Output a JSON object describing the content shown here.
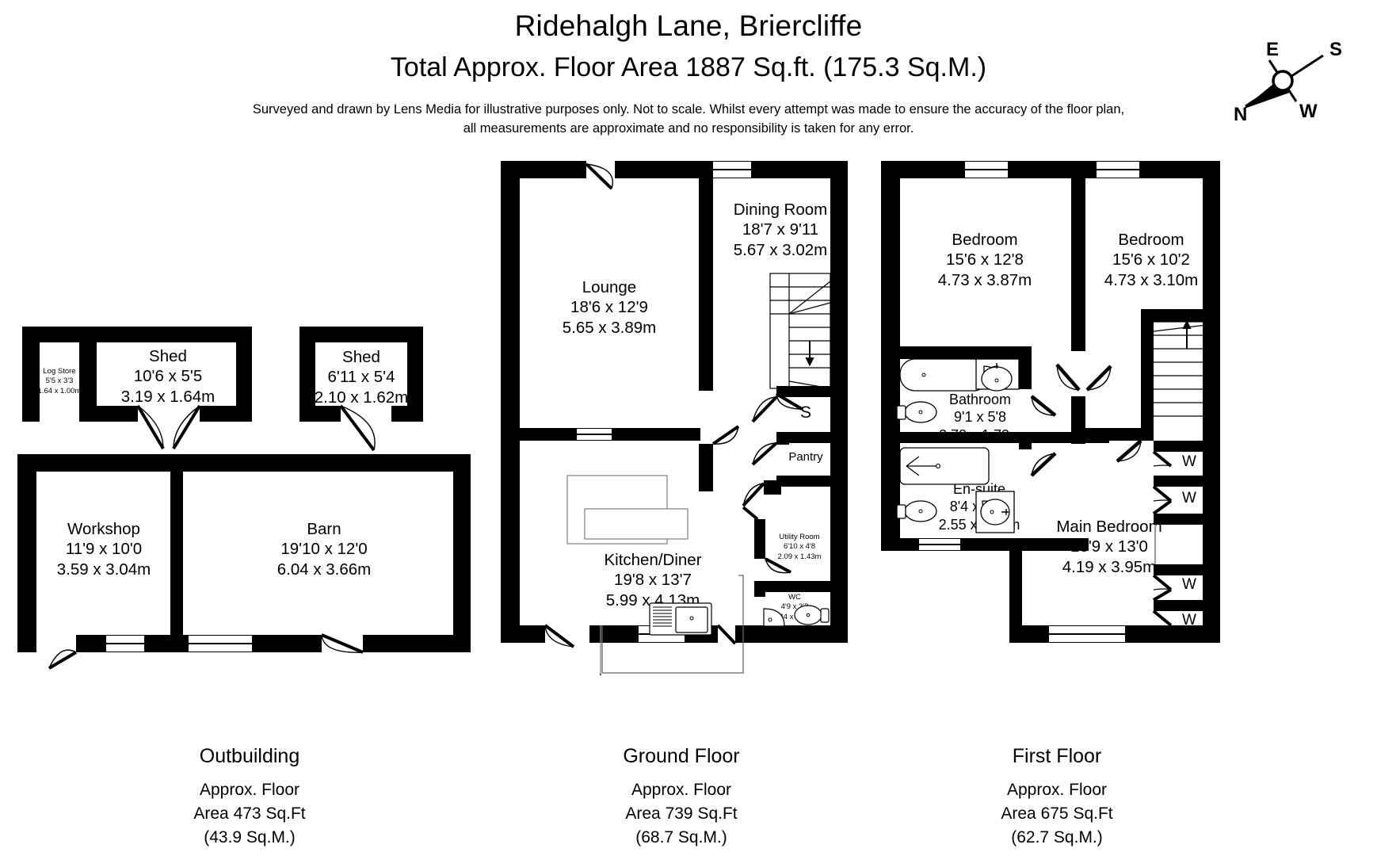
{
  "header": {
    "title": "Ridehalgh Lane, Briercliffe",
    "subtitle": "Total Approx. Floor Area 1887 Sq.ft. (175.3 Sq.M.)",
    "disclaimer_line1": "Surveyed and drawn by Lens Media for illustrative purposes only. Not to scale. Whilst every attempt was made to ensure the accuracy of the floor plan,",
    "disclaimer_line2": "all measurements are approximate and no responsibility is taken for any error."
  },
  "compass": {
    "north": "N",
    "east": "E",
    "south": "S",
    "west": "W"
  },
  "outbuilding": {
    "caption_title": "Outbuilding",
    "caption_line1": "Approx. Floor",
    "caption_line2": "Area 473 Sq.Ft",
    "caption_line3": "(43.9 Sq.M.)",
    "rooms": [
      {
        "name": "Log Store",
        "imperial": "5'5 x 3'3",
        "metric": "1.64 x 1.00m"
      },
      {
        "name": "Shed",
        "imperial": "10'6 x 5'5",
        "metric": "3.19 x 1.64m"
      },
      {
        "name": "Shed",
        "imperial": "6'11 x 5'4",
        "metric": "2.10 x 1.62m"
      },
      {
        "name": "Workshop",
        "imperial": "11'9 x 10'0",
        "metric": "3.59 x 3.04m"
      },
      {
        "name": "Barn",
        "imperial": "19'10 x 12'0",
        "metric": "6.04 x 3.66m"
      }
    ]
  },
  "ground_floor": {
    "caption_title": "Ground Floor",
    "caption_line1": "Approx. Floor",
    "caption_line2": "Area 739 Sq.Ft",
    "caption_line3": "(68.7 Sq.M.)",
    "rooms": [
      {
        "name": "Lounge",
        "imperial": "18'6 x 12'9",
        "metric": "5.65 x 3.89m"
      },
      {
        "name": "Dining Room",
        "imperial": "18'7 x 9'11",
        "metric": "5.67 x 3.02m"
      },
      {
        "name": "Kitchen/Diner",
        "imperial": "19'8 x 13'7",
        "metric": "5.99 x 4.13m"
      },
      {
        "name": "Utility Room",
        "imperial": "6'10 x 4'8",
        "metric": "2.09 x 1.43m"
      },
      {
        "name": "WC",
        "imperial": "4'9 x 3'2",
        "metric": "1.44 x 0.96m"
      }
    ],
    "store_label": "S",
    "pantry_label": "Pantry"
  },
  "first_floor": {
    "caption_title": "First Floor",
    "caption_line1": "Approx. Floor",
    "caption_line2": "Area 675 Sq.Ft",
    "caption_line3": "(62.7 Sq.M.)",
    "rooms": [
      {
        "name": "Bedroom",
        "imperial": "15'6 x 12'8",
        "metric": "4.73 x 3.87m"
      },
      {
        "name": "Bedroom",
        "imperial": "15'6 x 10'2",
        "metric": "4.73 x 3.10m"
      },
      {
        "name": "Bathroom",
        "imperial": "9'1 x 5'8",
        "metric": "2.78 x 1.73m"
      },
      {
        "name": "En-suite",
        "imperial": "8'4 x 6'11",
        "metric": "2.55 x 2.11m"
      },
      {
        "name": "Main Bedroom",
        "imperial": "13'9 x 13'0",
        "metric": "4.19 x 3.95m"
      }
    ],
    "wardrobes": [
      "W",
      "W",
      "W",
      "W"
    ]
  },
  "colors": {
    "wall": "#000000",
    "background": "#ffffff",
    "fixture_line": "#000000"
  }
}
